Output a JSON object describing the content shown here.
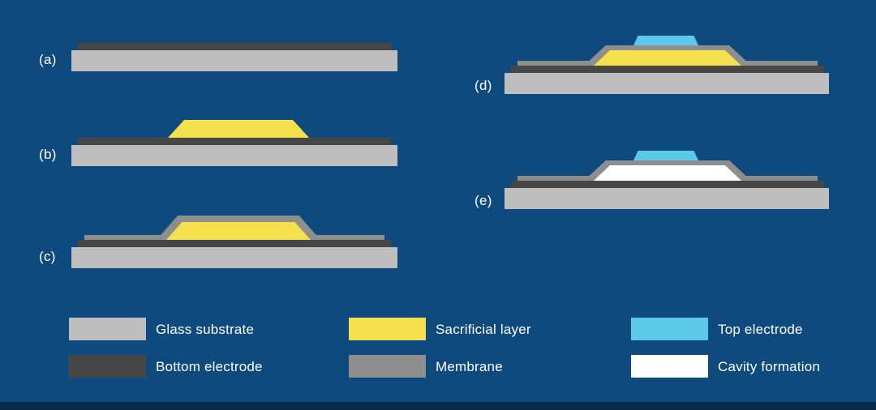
{
  "title": "Fabrication process steps diagram",
  "colors": {
    "background": "#0E4A7E",
    "footer_bar": "#082C4E",
    "text": "#FFFFFF",
    "glass_substrate": "#BDBDBD",
    "bottom_electrode": "#474747",
    "sacrificial_layer": "#F6E04D",
    "membrane": "#8E8E8E",
    "top_electrode": "#5CC9E9",
    "cavity": "#FFFFFF"
  },
  "panels": [
    {
      "label": "(a)"
    },
    {
      "label": "(b)"
    },
    {
      "label": "(c)"
    },
    {
      "label": "(d)"
    },
    {
      "label": "(e)"
    }
  ],
  "legend": {
    "items": [
      {
        "label": "Glass substrate"
      },
      {
        "label": "Bottom electrode"
      },
      {
        "label": "Sacrificial layer"
      },
      {
        "label": "Membrane"
      },
      {
        "label": "Top electrode"
      },
      {
        "label": "Cavity formation"
      }
    ]
  }
}
